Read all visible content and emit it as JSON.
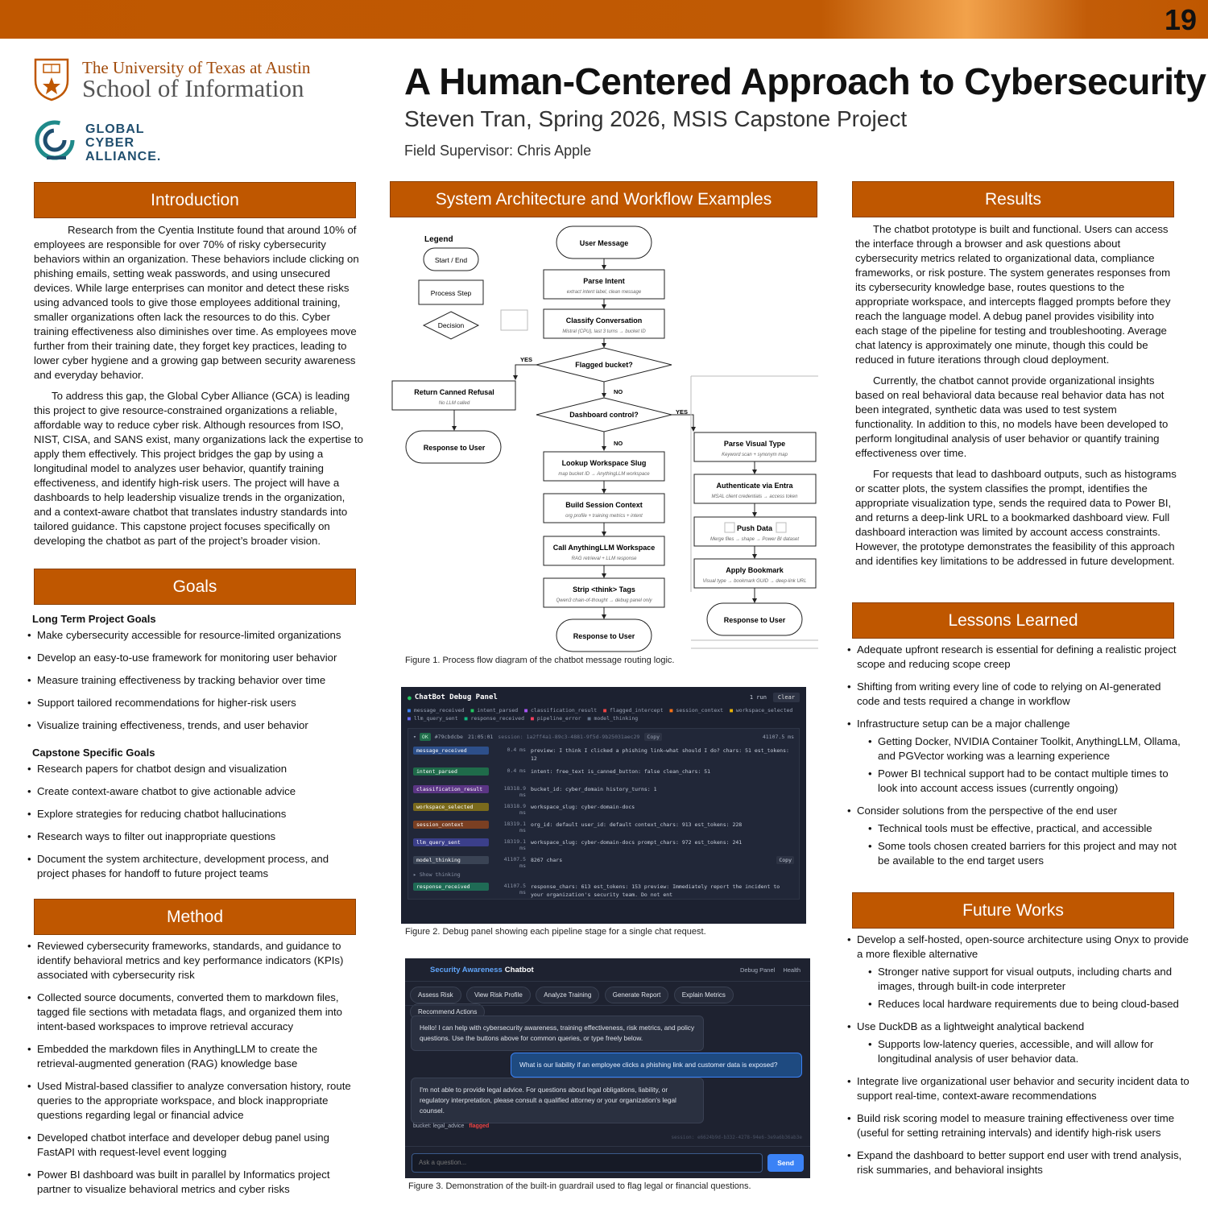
{
  "page_number": "19",
  "header": {
    "ut_line1": "The University of Texas at Austin",
    "ut_line2": "School of Information",
    "gca_line1": "GLOBAL",
    "gca_line2": "CYBER",
    "gca_line3": "ALLIANCE.",
    "title": "A Human-Centered Approach to Cybersecurity",
    "subtitle": "Steven Tran, Spring 2026, MSIS Capstone Project",
    "supervisor": "Field Supervisor: Chris Apple"
  },
  "introduction": {
    "heading": "Introduction",
    "p1": "Research from the Cyentia Institute found that around 10% of employees are responsible for over 70% of risky cybersecurity behaviors within an organization. These behaviors include clicking on phishing emails, setting weak passwords, and using unsecured devices. While large enterprises can monitor and detect these risks using advanced tools to give those employees additional training, smaller organizations often lack the resources to do this. Cyber training effectiveness also diminishes over time. As employees move further from their training date, they forget key practices, leading to lower cyber hygiene and a growing gap between security awareness and everyday behavior.",
    "p2": "To address this gap, the Global Cyber Alliance (GCA) is leading this project to give resource-constrained organizations a reliable, affordable way to reduce cyber risk. Although resources from ISO, NIST, CISA, and SANS exist, many organizations lack the expertise to apply them effectively. This project bridges the gap by using a longitudinal model to analyzes user behavior, quantify training effectiveness, and identify high-risk users. The project will have a dashboards to help leadership visualize trends in the organization, and a context-aware chatbot that translates industry standards into tailored guidance. This capstone project focuses specifically on developing the chatbot as part of the project’s broader vision."
  },
  "goals": {
    "heading": "Goals",
    "long_term_heading": "Long Term Project Goals",
    "long_term": [
      "Make cybersecurity accessible for resource-limited organizations",
      "Develop an easy-to-use framework for monitoring user behavior",
      "Measure training effectiveness by tracking behavior over time",
      "Support tailored recommendations for higher-risk users",
      "Visualize training effectiveness, trends, and user behavior"
    ],
    "capstone_heading": "Capstone Specific Goals",
    "capstone": [
      "Research papers for chatbot design and visualization",
      "Create context-aware chatbot to give actionable advice",
      "Explore strategies for reducing chatbot hallucinations",
      "Research ways to filter out inappropriate questions",
      "Document the system architecture, development process, and project phases for handoff to future project teams"
    ]
  },
  "method": {
    "heading": "Method",
    "items": [
      "Reviewed cybersecurity frameworks, standards, and guidance to identify behavioral metrics and key performance indicators (KPIs) associated with cybersecurity risk",
      "Collected source documents, converted them to markdown files, tagged file sections with metadata flags, and organized them into intent-based workspaces to improve retrieval accuracy",
      "Embedded the markdown files in AnythingLLM to create the retrieval-augmented generation (RAG) knowledge base",
      "Used Mistral-based classifier to analyze conversation history, route queries to the appropriate workspace, and block inappropriate questions regarding legal or financial advice",
      "Developed chatbot interface and developer debug panel using FastAPI with request-level event logging",
      "Power BI dashboard was built in parallel by Informatics project partner to visualize behavioral metrics and cyber risks"
    ]
  },
  "architecture": {
    "heading": "System Architecture and Workflow Examples",
    "legend": {
      "title": "Legend",
      "start_end": "Start / End",
      "process": "Process Step",
      "decision": "Decision"
    },
    "nodes": {
      "user_message": "User Message",
      "parse_intent": "Parse Intent",
      "parse_intent_sub": "extract intent label, clean message",
      "classify": "Classify Conversation",
      "classify_sub": "Mistral (CPU), last 3 turns → bucket ID",
      "flagged": "Flagged bucket?",
      "yes1": "YES",
      "no1": "NO",
      "refusal": "Return Canned Refusal",
      "refusal_sub": "No LLM called",
      "response_left": "Response to User",
      "dashboard": "Dashboard control?",
      "yes2": "YES",
      "no2": "NO",
      "lookup": "Lookup Workspace Slug",
      "lookup_sub": "map bucket ID → AnythingLLM workspace",
      "session": "Build Session Context",
      "session_sub": "org profile + training metrics + intent",
      "call": "Call AnythingLLM Workspace",
      "call_sub": "RAG retrieval + LLM response",
      "strip": "Strip <think> Tags",
      "strip_sub": "Qwen3 chain-of-thought → debug panel only",
      "response_mid": "Response to User",
      "parse_visual": "Parse Visual Type",
      "parse_visual_sub": "Keyword scan + synonym map",
      "auth": "Authenticate via Entra",
      "auth_sub": "MSAL client credentials → access token",
      "push": "Push Data",
      "push_sub": "Merge files → shape → Power BI dataset",
      "bookmark": "Apply Bookmark",
      "bookmark_sub": "Visual type → bookmark GUID → deep-link URL",
      "response_right": "Response to User"
    },
    "fig1": "Figure 1. Process flow diagram of the chatbot message routing logic."
  },
  "debug_panel": {
    "title": "ChatBot Debug Panel",
    "runs": "1 run",
    "clear": "Clear",
    "legend": [
      "message_received",
      "intent_parsed",
      "classification_result",
      "flagged_intercept",
      "session_context",
      "workspace_selected",
      "llm_query_sent",
      "response_received",
      "pipeline_error",
      "model_thinking"
    ],
    "legend_colors": [
      "#3b82f6",
      "#22c55e",
      "#a855f7",
      "#ef4444",
      "#f97316",
      "#eab308",
      "#6366f1",
      "#10b981",
      "#f43f5e",
      "#64748b"
    ],
    "run_status": "OK",
    "run_id": "#79cbdcbe",
    "run_time": "21:05:01",
    "run_session": "session: 1a2ff4a1-89c3-4881-9f5d-9b25031aec29",
    "run_copy": "Copy",
    "run_total": "41107.5 ms",
    "rows": [
      {
        "tag": "message_received",
        "color": "#2d4f8a",
        "time": "0.4 ms",
        "text": "preview: I think I clicked a phishing link—what should I do?  chars: 51  est_tokens: 12"
      },
      {
        "tag": "intent_parsed",
        "color": "#1f6b4a",
        "time": "0.4 ms",
        "text": "intent: free_text  is_canned_button: false  clean_chars: 51"
      },
      {
        "tag": "classification_result",
        "color": "#5b3585",
        "time": "18318.9 ms",
        "text": "bucket_id: cyber_domain  history_turns: 1"
      },
      {
        "tag": "workspace_selected",
        "color": "#7a6a1c",
        "time": "18318.9 ms",
        "text": "workspace_slug: cyber-domain-docs"
      },
      {
        "tag": "session_context",
        "color": "#7a3f22",
        "time": "18319.1 ms",
        "text": "org_id: default  user_id: default  context_chars: 913  est_tokens: 228"
      },
      {
        "tag": "llm_query_sent",
        "color": "#3b3f8a",
        "time": "18319.1 ms",
        "text": "workspace_slug: cyber-domain-docs  prompt_chars: 972  est_tokens: 241"
      },
      {
        "tag": "model_thinking",
        "color": "#3a4354",
        "time": "41107.5 ms",
        "text": "8267 chars"
      },
      {
        "tag": "response_received",
        "color": "#1f6b55",
        "time": "41107.5 ms",
        "text": "response_chars: 613  est_tokens: 153  preview: Immediately report the incident to your organization's security team. Do not ent"
      }
    ],
    "show_thinking": "▸ Show thinking",
    "thinking_copy": "Copy",
    "fig2": "Figure 2. Debug panel showing each pipeline stage for a single chat request."
  },
  "chatbot": {
    "title_accent": "Security Awareness",
    "title_rest": "Chatbot",
    "nav_debug": "Debug Panel",
    "nav_health": "Health",
    "buttons": [
      "Assess Risk",
      "View Risk Profile",
      "Analyze Training",
      "Generate Report",
      "Explain Metrics",
      "Recommend Actions"
    ],
    "bot_greeting": "Hello! I can help with cybersecurity awareness, training effectiveness, risk metrics, and policy questions. Use the buttons above for common queries, or type freely below.",
    "user_msg": "What is our liability if an employee clicks a phishing link and customer data is exposed?",
    "bot_refusal": "I'm not able to provide legal advice. For questions about legal obligations, liability, or regulatory interpretation, please consult a qualified attorney or your organization's legal counsel.",
    "bucket_label": "bucket: legal_advice",
    "flag_label": "flagged",
    "session_text": "session: e6624b9d-b332-4278-94e6-3e9a6b36ab3e",
    "input_placeholder": "Ask a question...",
    "send": "Send",
    "fig3": "Figure 3. Demonstration of the built-in guardrail used to flag legal or financial questions."
  },
  "results": {
    "heading": "Results",
    "p1": "The chatbot prototype is built and functional. Users can access the interface through a browser and ask questions about cybersecurity metrics related to organizational data, compliance frameworks, or risk posture. The system generates responses from its cybersecurity knowledge base, routes questions to the appropriate workspace, and intercepts flagged prompts before they reach the language model. A debug panel provides visibility into each stage of the pipeline for testing and troubleshooting. Average chat latency is approximately one minute, though this could be reduced in future iterations through cloud deployment.",
    "p2": "Currently, the chatbot cannot provide organizational insights based on real behavioral data because real behavior data has not been integrated, synthetic data was used to test system functionality. In addition to this, no models have been developed to perform longitudinal analysis of user behavior or quantify training effectiveness over time.",
    "p3": "For requests that lead to dashboard outputs, such as histograms or scatter plots, the system classifies the prompt, identifies the appropriate visualization type, sends the required data to Power BI, and returns a deep-link URL to a bookmarked dashboard view. Full dashboard interaction was limited by account access constraints. However, the prototype demonstrates the feasibility of this approach and identifies key limitations to be addressed in future development."
  },
  "lessons": {
    "heading": "Lessons Learned",
    "l1": "Adequate upfront research is essential for defining a realistic project scope and reducing scope creep",
    "l2": "Shifting from writing every line of code to relying on AI-generated code and tests required a change in workflow",
    "l3": "Infrastructure setup can be a major challenge",
    "l3a": "Getting Docker, NVIDIA Container Toolkit, AnythingLLM, Ollama, and PGVector working was a learning experience",
    "l3b": "Power BI technical support had to be contact multiple times to look into account access issues (currently ongoing)",
    "l4": "Consider solutions from the perspective of the end user",
    "l4a": "Technical tools must be effective, practical, and accessible",
    "l4b": "Some tools chosen created barriers for this project and may not be available to the end target users"
  },
  "future": {
    "heading": "Future Works",
    "f1": "Develop a self-hosted, open-source architecture using Onyx to provide a more flexible alternative",
    "f1a": "Stronger native support for visual outputs, including charts and images, through built-in code interpreter",
    "f1b": "Reduces local hardware requirements due to being cloud-based",
    "f2": "Use DuckDB as a lightweight analytical backend",
    "f2a": "Supports low-latency queries, accessible, and will allow for longitudinal analysis of user behavior data.",
    "f3": "Integrate live organizational user behavior and security incident data to support real-time, context-aware recommendations",
    "f4": "Build risk scoring model to measure training effectiveness over time (useful for setting retraining intervals) and identify high-risk users",
    "f5": "Expand the dashboard to better support end user with trend analysis, risk summaries, and behavioral insights"
  },
  "colors": {
    "ut_orange": "#bf5700",
    "gca_teal": "#1f8a8a",
    "gca_blue": "#1f4e6e",
    "chat_accent": "#3b82f6"
  }
}
